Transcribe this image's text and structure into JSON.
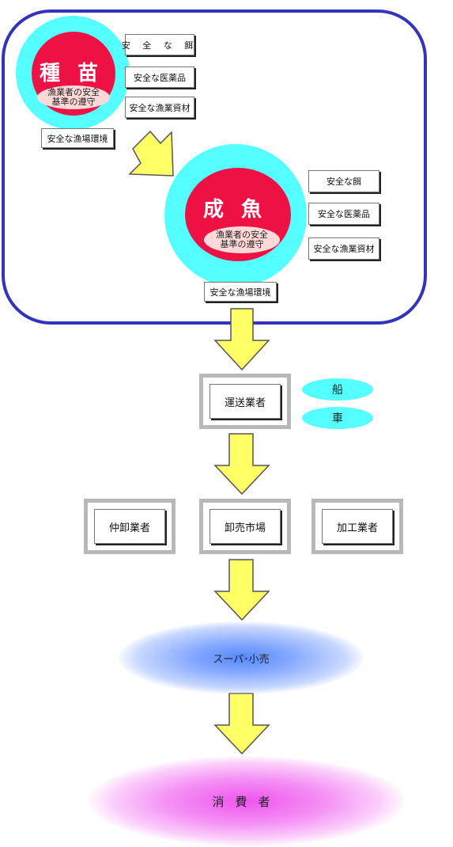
{
  "seedling": {
    "title": "種苗",
    "note_line1": "漁業者の安全",
    "note_line2": "基準の遵守",
    "inputs": [
      "安 全 な 餌",
      "安全な医薬品",
      "安全な漁業資材"
    ],
    "environment": "安全な漁場環境"
  },
  "adult_fish": {
    "title": "成魚",
    "note_line1": "漁業者の安全",
    "note_line2": "基準の遵守",
    "inputs": [
      "安全な餌",
      "安全な医薬品",
      "安全な漁業資材"
    ],
    "environment": "安全な漁場環境"
  },
  "transport": {
    "label": "運送業者",
    "modes": [
      "船",
      "車"
    ]
  },
  "market_stage": {
    "left": "仲卸業者",
    "center": "卸売市場",
    "right": "加工業者"
  },
  "retail": {
    "label": "スーパ･小売"
  },
  "consumer": {
    "label": "消費者"
  },
  "colors": {
    "frame": "#3333bb",
    "halo": "#55ffff",
    "core": "#ee1144",
    "arrow_fill": "#ffff66",
    "arrow_stroke": "#555555"
  }
}
